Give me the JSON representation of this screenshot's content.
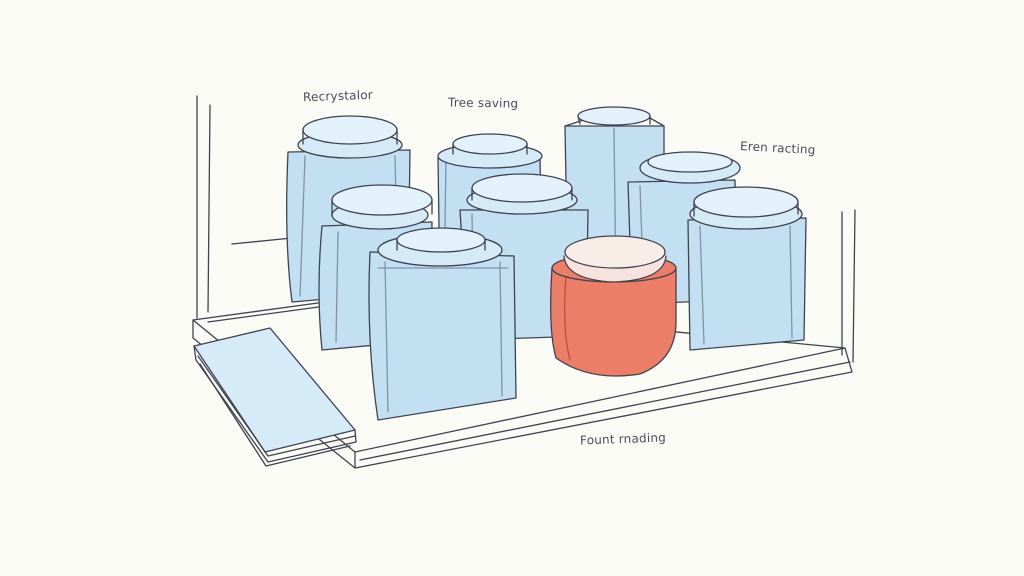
{
  "annotations": {
    "top_left": "Recrystalor",
    "top_middle": "Tree saving",
    "right": "Eren racting",
    "bottom": "Fount rnading"
  },
  "colors": {
    "background": "#fbfbf6",
    "jar_glass": "#c3e0f3",
    "jar_accent": "#ec7d66",
    "outline": "#3f4350"
  }
}
